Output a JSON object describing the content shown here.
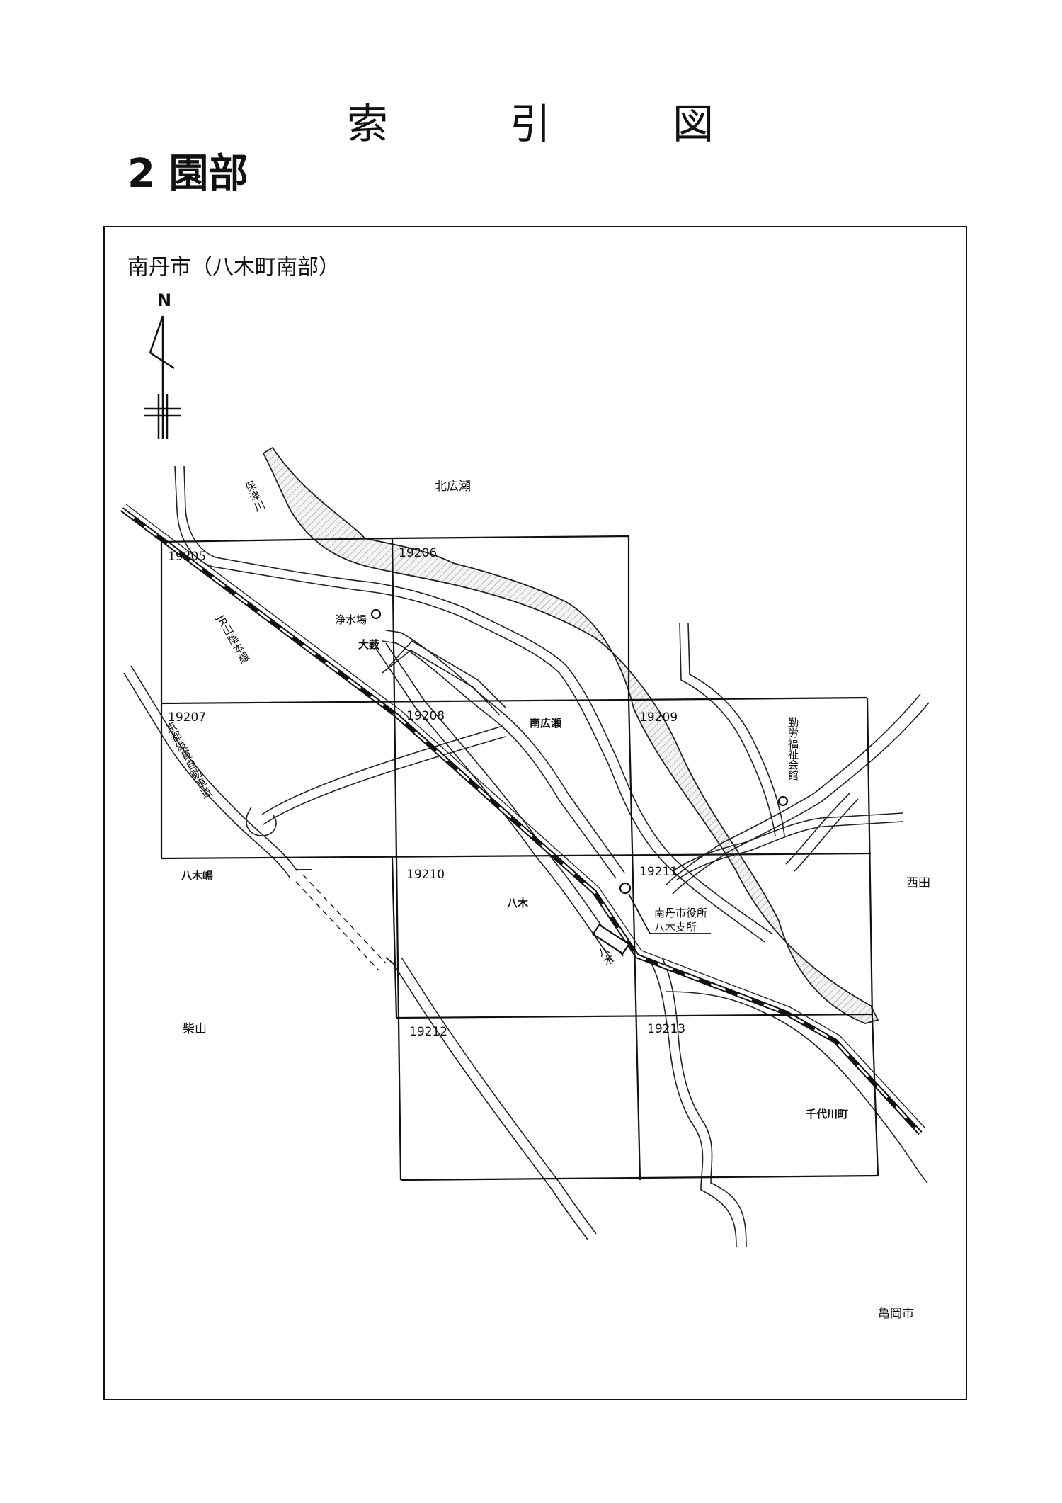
{
  "page": {
    "title_chars": [
      "索",
      "引",
      "図"
    ],
    "subtitle": "2 園部",
    "region": "南丹市（八木町南部）",
    "north": "N"
  },
  "sheets": [
    "19205",
    "19206",
    "19207",
    "19208",
    "19209",
    "19210",
    "19211",
    "19212",
    "19213"
  ],
  "places": {
    "kitahirose": "北広瀬",
    "josuijo": "浄水場",
    "oyabu": "大薮",
    "minamihirose": "南広瀬",
    "kinro": "勤労福祉会館",
    "yagishima": "八木嶋",
    "yagi": "八木",
    "nishida": "西田",
    "city_office": "南丹市役所",
    "branch": "八木支所",
    "shibayama": "柴山",
    "chiyokawa": "千代川町",
    "kameoka": "亀岡市"
  },
  "lines": {
    "river": "保津川",
    "jr_line": "JR山陰本線",
    "expressway": "京都縦貫自動車道",
    "station": "八木"
  }
}
